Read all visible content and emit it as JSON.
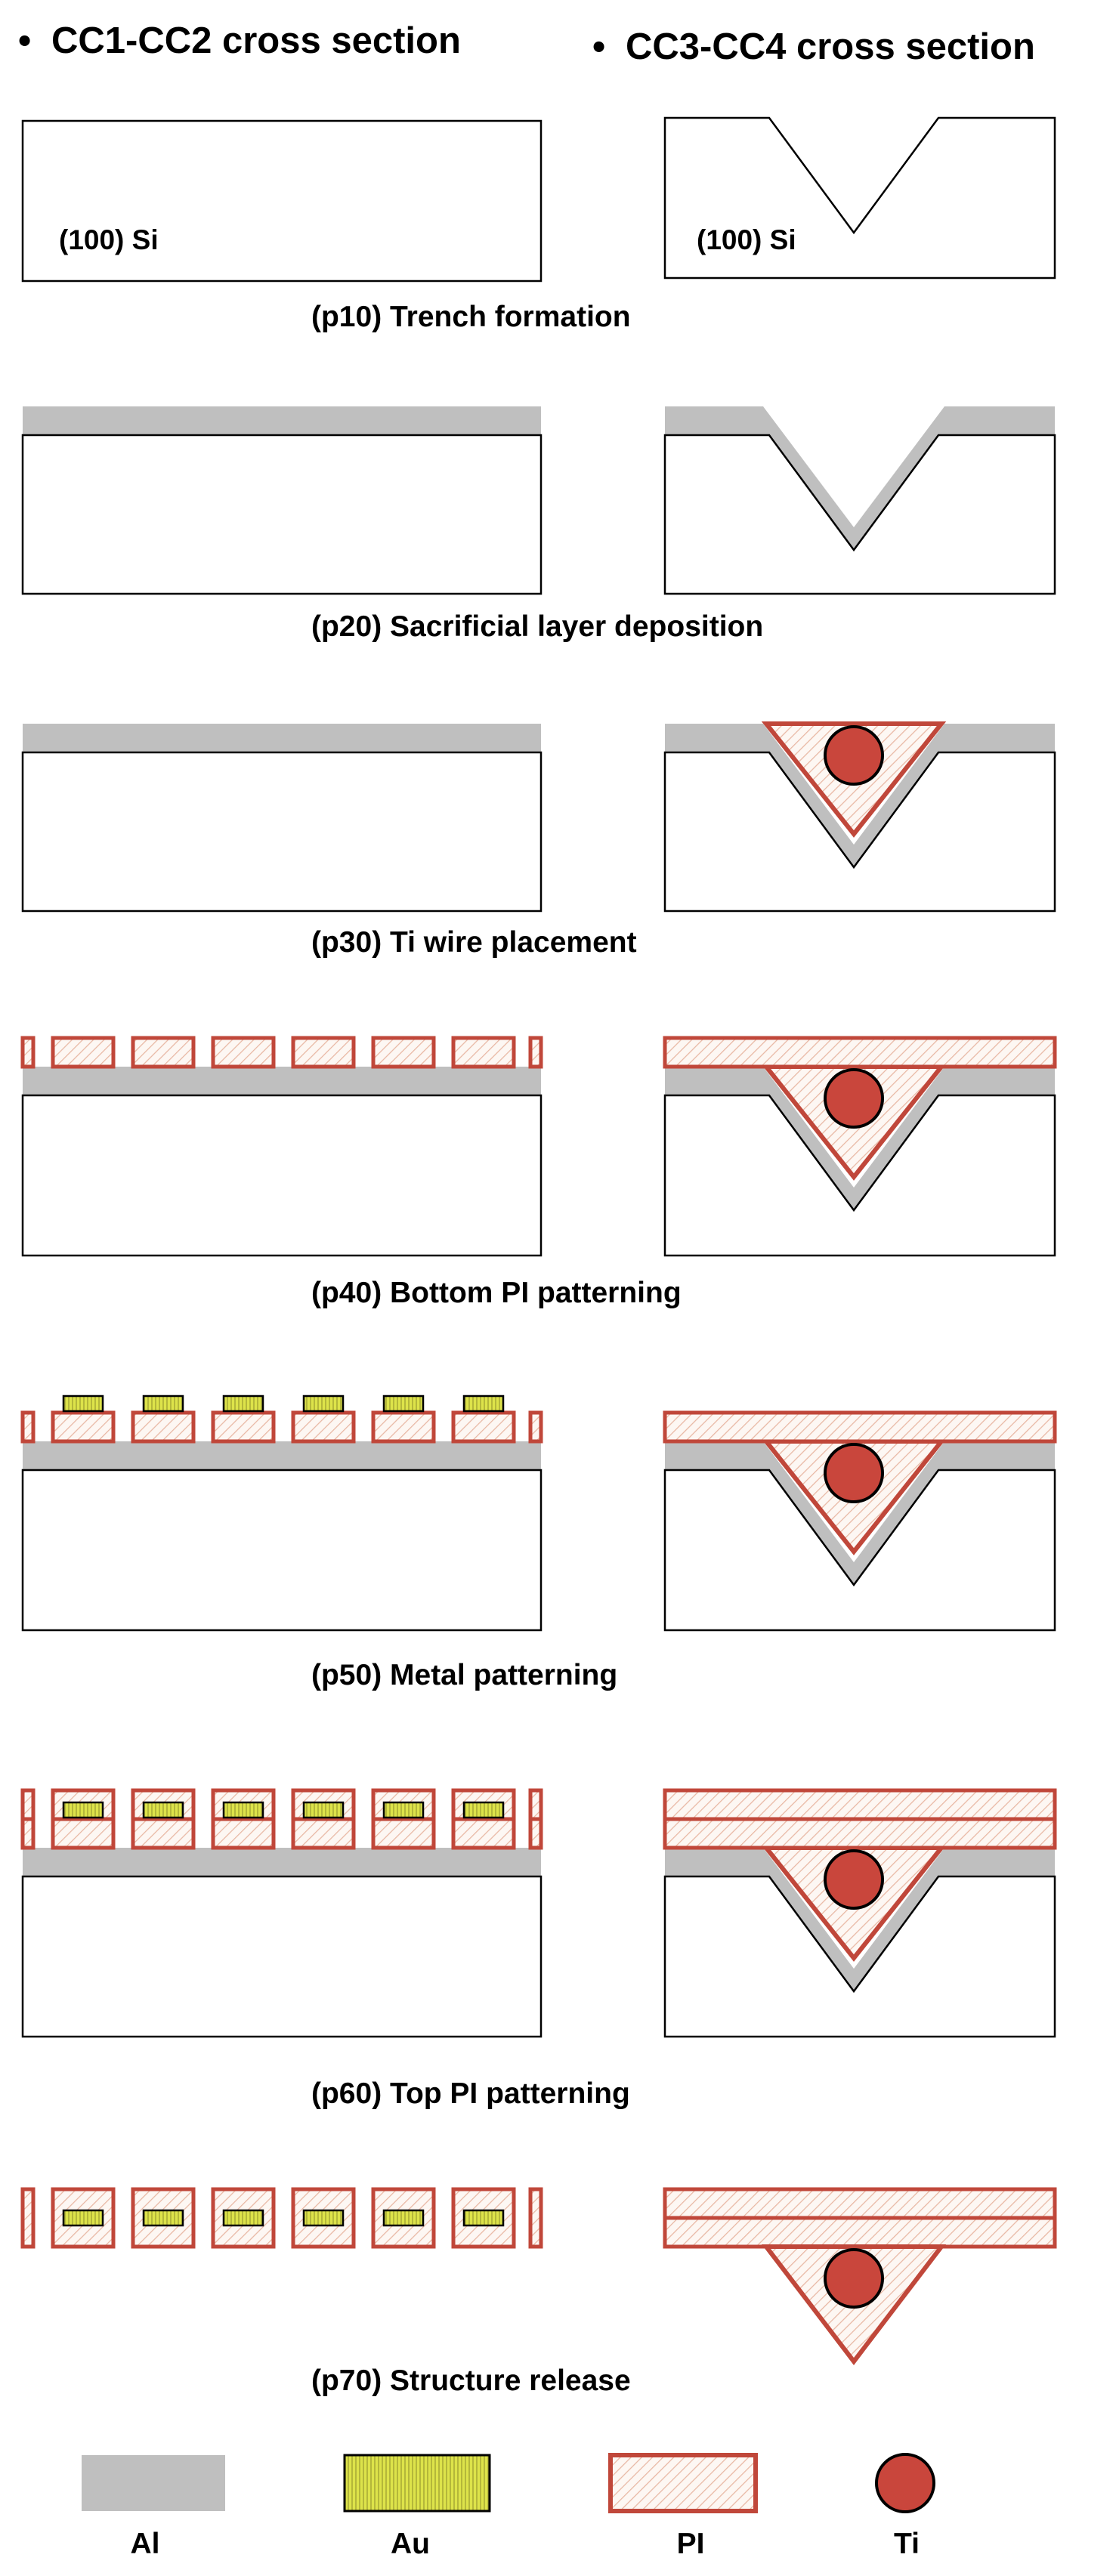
{
  "headers": {
    "left": "CC1-CC2 cross section",
    "right": "CC3-CC4 cross section",
    "bullet": "•"
  },
  "substrate_label": "(100) Si",
  "steps": [
    {
      "id": "p10",
      "label": "(p10) Trench formation"
    },
    {
      "id": "p20",
      "label": "(p20) Sacrificial layer deposition"
    },
    {
      "id": "p30",
      "label": "(p30) Ti wire placement"
    },
    {
      "id": "p40",
      "label": "(p40) Bottom PI patterning"
    },
    {
      "id": "p50",
      "label": "(p50) Metal patterning"
    },
    {
      "id": "p60",
      "label": "(p60) Top PI patterning"
    },
    {
      "id": "p70",
      "label": "(p70) Structure release"
    }
  ],
  "legend": [
    {
      "key": "al",
      "label": "Al"
    },
    {
      "key": "au",
      "label": "Au"
    },
    {
      "key": "pi",
      "label": "PI"
    },
    {
      "key": "ti",
      "label": "Ti"
    }
  ],
  "colors": {
    "al": "#bfbfbf",
    "au": "#dde34a",
    "pi_stroke": "#c0473a",
    "pi_hatch": "#e8b7a3",
    "ti": "#c9463c",
    "outline": "#000000"
  }
}
